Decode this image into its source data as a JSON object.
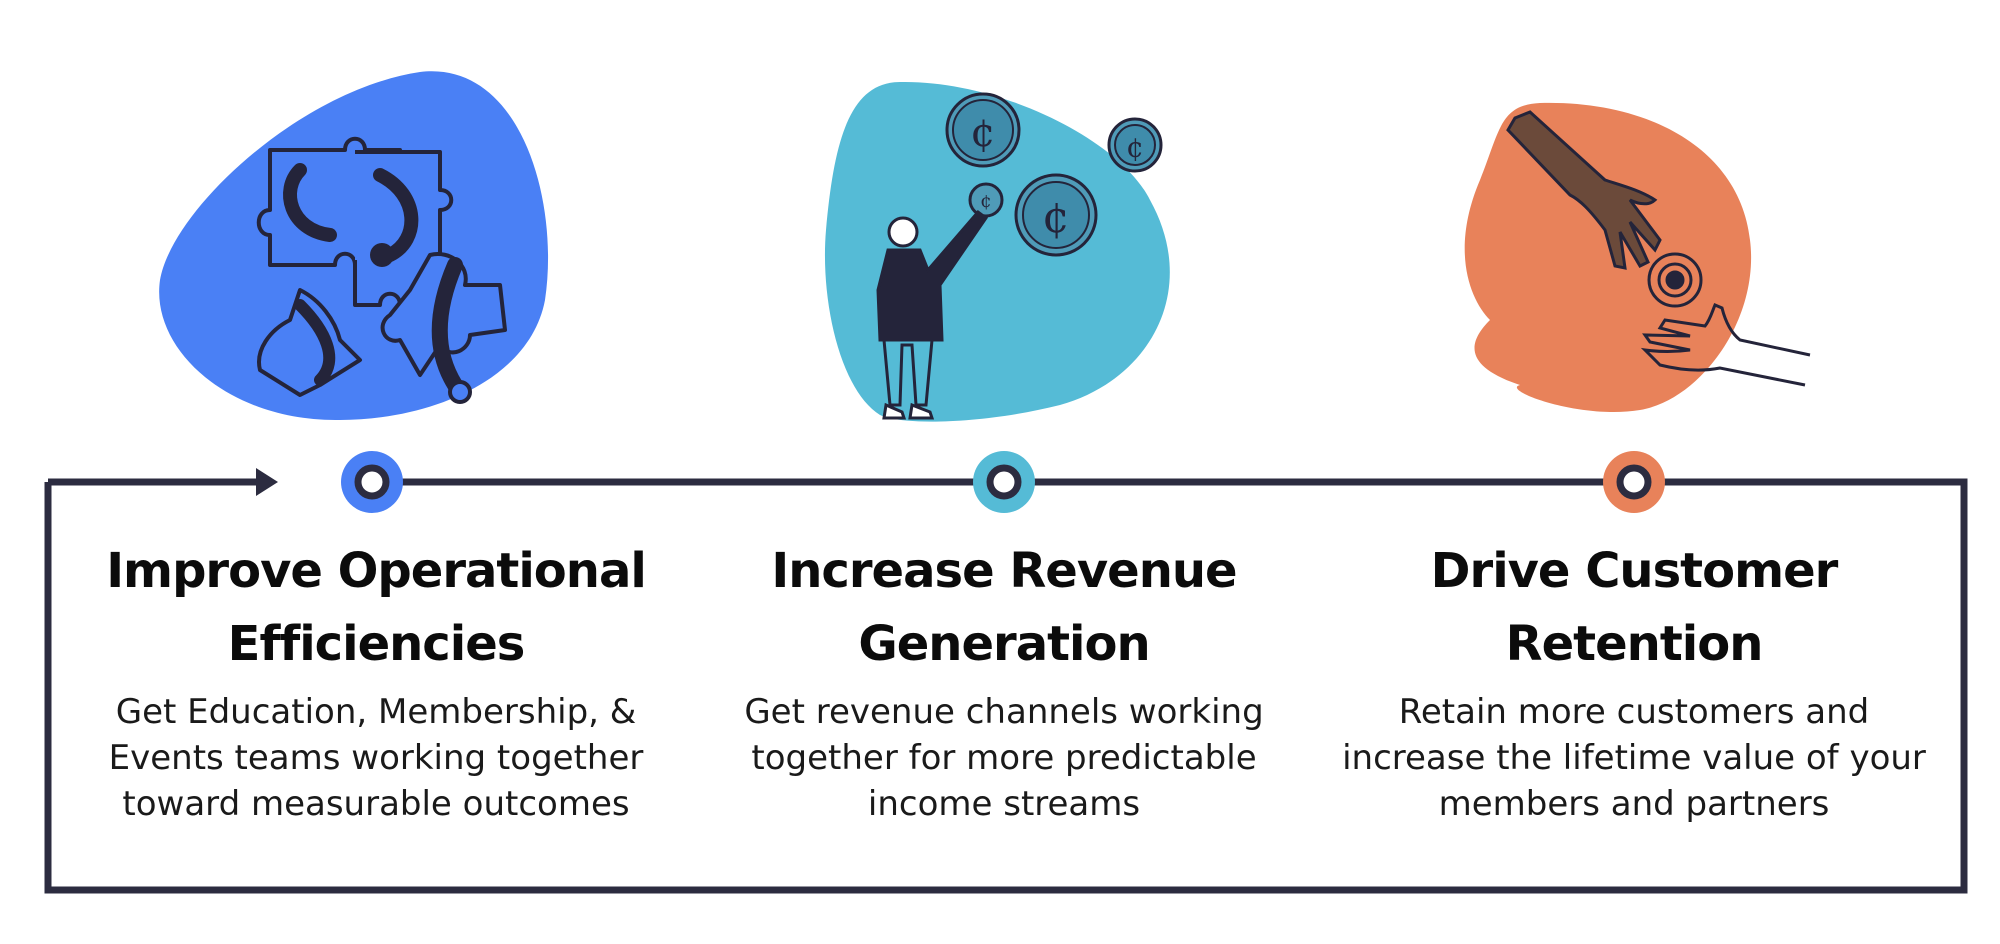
{
  "colors": {
    "line": "#2c2c40",
    "blue": "#4a80f5",
    "teal": "#55bbd6",
    "orange": "#e8825a",
    "ink": "#24243a"
  },
  "steps": [
    {
      "title_lines": [
        "Improve Operational",
        "Efficiencies"
      ],
      "desc_lines": [
        "Get Education, Membership, &",
        "Events teams working together",
        "toward measurable outcomes"
      ],
      "color": "#4a80f5",
      "icon": "puzzle-pieces-icon"
    },
    {
      "title_lines": [
        "Increase Revenue",
        "Generation"
      ],
      "desc_lines": [
        "Get revenue channels working",
        "together for more predictable",
        "income streams"
      ],
      "color": "#55bbd6",
      "icon": "person-with-coins-icon"
    },
    {
      "title_lines": [
        "Drive Customer",
        "Retention"
      ],
      "desc_lines": [
        "Retain more customers and",
        "increase the lifetime value of your",
        "members and partners"
      ],
      "color": "#e8825a",
      "icon": "reaching-hands-icon"
    }
  ]
}
